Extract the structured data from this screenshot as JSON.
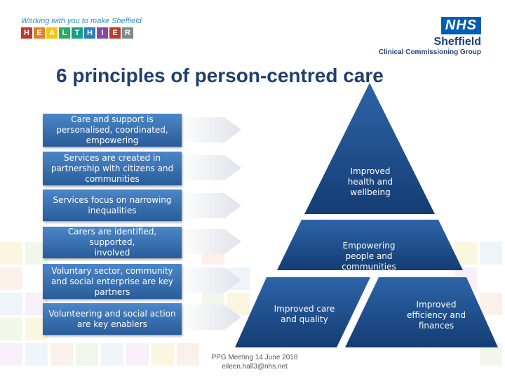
{
  "logo": {
    "tagline": "Working with you to make Sheffield",
    "letters": [
      "H",
      "E",
      "A",
      "L",
      "T",
      "H",
      "I",
      "E",
      "R"
    ],
    "letter_colors": [
      "#c0392b",
      "#e67e22",
      "#f1c40f",
      "#27ae60",
      "#16a085",
      "#2980b9",
      "#8e44ad",
      "#c0392b",
      "#7f8c8d"
    ]
  },
  "nhs": {
    "badge": "NHS",
    "org": "Sheffield",
    "sub": "Clinical Commissioning Group"
  },
  "title": "6 principles of person-centred care",
  "principles": [
    {
      "line1": "Care and support is",
      "line2": "personalised, coordinated,",
      "line3": "empowering"
    },
    {
      "line1": "Services are created in",
      "line2": "partnership with citizens and",
      "line3": "communities"
    },
    {
      "line1": "Services focus on narrowing",
      "line2": "inequalities",
      "line3": ""
    },
    {
      "line1": "Carers are identified, supported,",
      "line2": "involved",
      "line3": ""
    },
    {
      "line1": "Voluntary sector, community",
      "line2": "and social enterprise are key",
      "line3": "partners"
    },
    {
      "line1": "Volunteering and social action",
      "line2": "are key enablers",
      "line3": ""
    }
  ],
  "outcomes": {
    "top": {
      "line1": "Improved",
      "line2": "health and",
      "line3": "wellbeing"
    },
    "middle": {
      "line1": "Empowering",
      "line2": "people and",
      "line3": "communities"
    },
    "left": {
      "line1": "Improved care",
      "line2": "and quality"
    },
    "right": {
      "line1": "Improved",
      "line2": "efficiency and",
      "line3": "finances"
    }
  },
  "footer": {
    "line1": "PPG Meeting 14 June 2018",
    "line2": "eileen.hall3@nhs.net"
  },
  "colors": {
    "box": "#3a6fb0",
    "pyramid_top": "#1d4e8f",
    "pyramid_bottom": "#123a6e",
    "title": "#1f3f6e"
  }
}
